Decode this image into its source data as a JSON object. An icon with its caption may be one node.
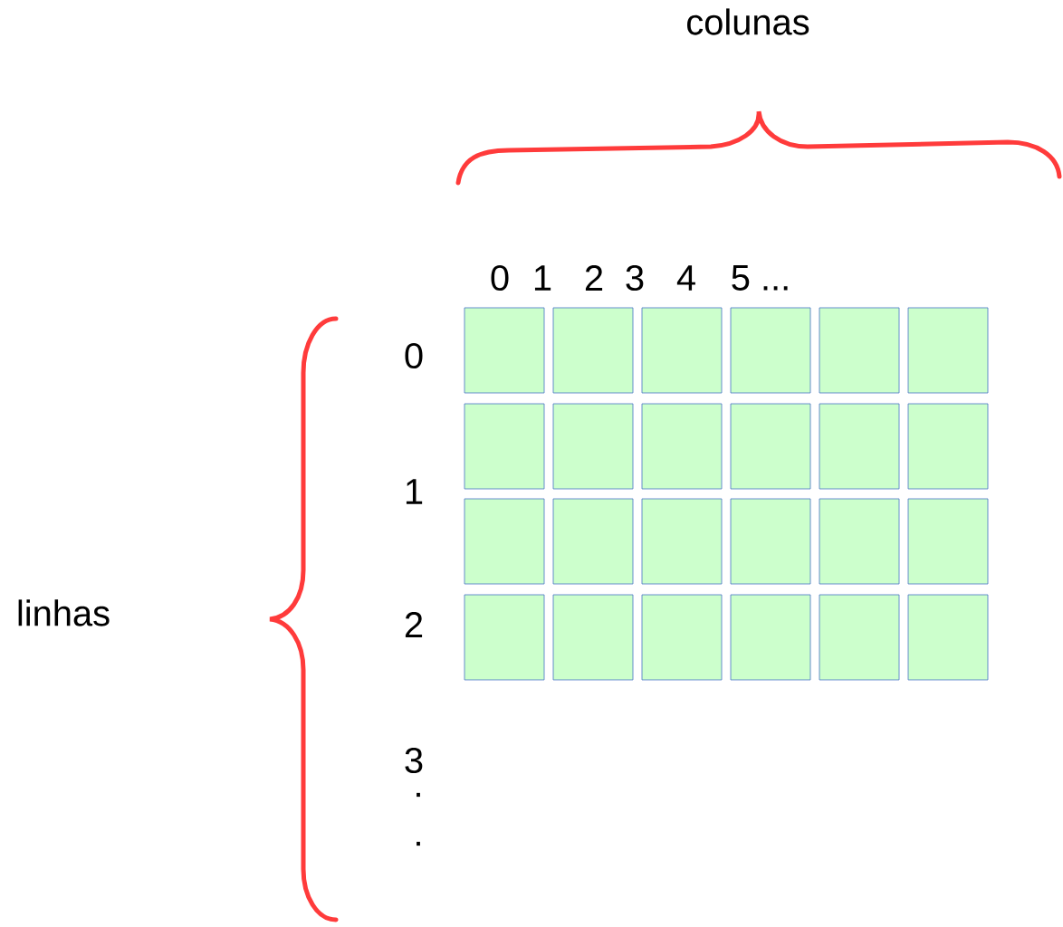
{
  "diagram": {
    "nodes": [
      {
        "text": [],
        "shape": "box"
      },
      {
        "text": [],
        "shape": "box"
      },
      {
        "text": [],
        "shape": "box"
      },
      {
        "text": [],
        "shape": "box"
      },
      {
        "text": [],
        "shape": "box"
      },
      {
        "text": [],
        "shape": "box"
      },
      {
        "text": [],
        "shape": "box"
      },
      {
        "text": [],
        "shape": "box"
      },
      {
        "text": [],
        "shape": "box"
      },
      {
        "text": [],
        "shape": "box"
      },
      {
        "text": [],
        "shape": "box"
      },
      {
        "text": [],
        "shape": "box"
      },
      {
        "text": [],
        "shape": "box"
      },
      {
        "text": [],
        "shape": "box"
      },
      {
        "text": [],
        "shape": "box"
      },
      {
        "text": [],
        "shape": "box"
      },
      {
        "text": [],
        "shape": "box"
      },
      {
        "text": [],
        "shape": "box"
      },
      {
        "text": [],
        "shape": "box"
      },
      {
        "text": [],
        "shape": "box"
      },
      {
        "text": [],
        "shape": "box"
      },
      {
        "text": [],
        "shape": "box"
      },
      {
        "text": [],
        "shape": "box"
      },
      {
        "text": [],
        "shape": "box"
      }
    ],
    "labels": [
      "colunas",
      "0",
      "1",
      "2",
      "3",
      "4",
      "5 ...",
      "linhas",
      "0",
      "1",
      "2",
      "3",
      ".",
      "."
    ]
  }
}
